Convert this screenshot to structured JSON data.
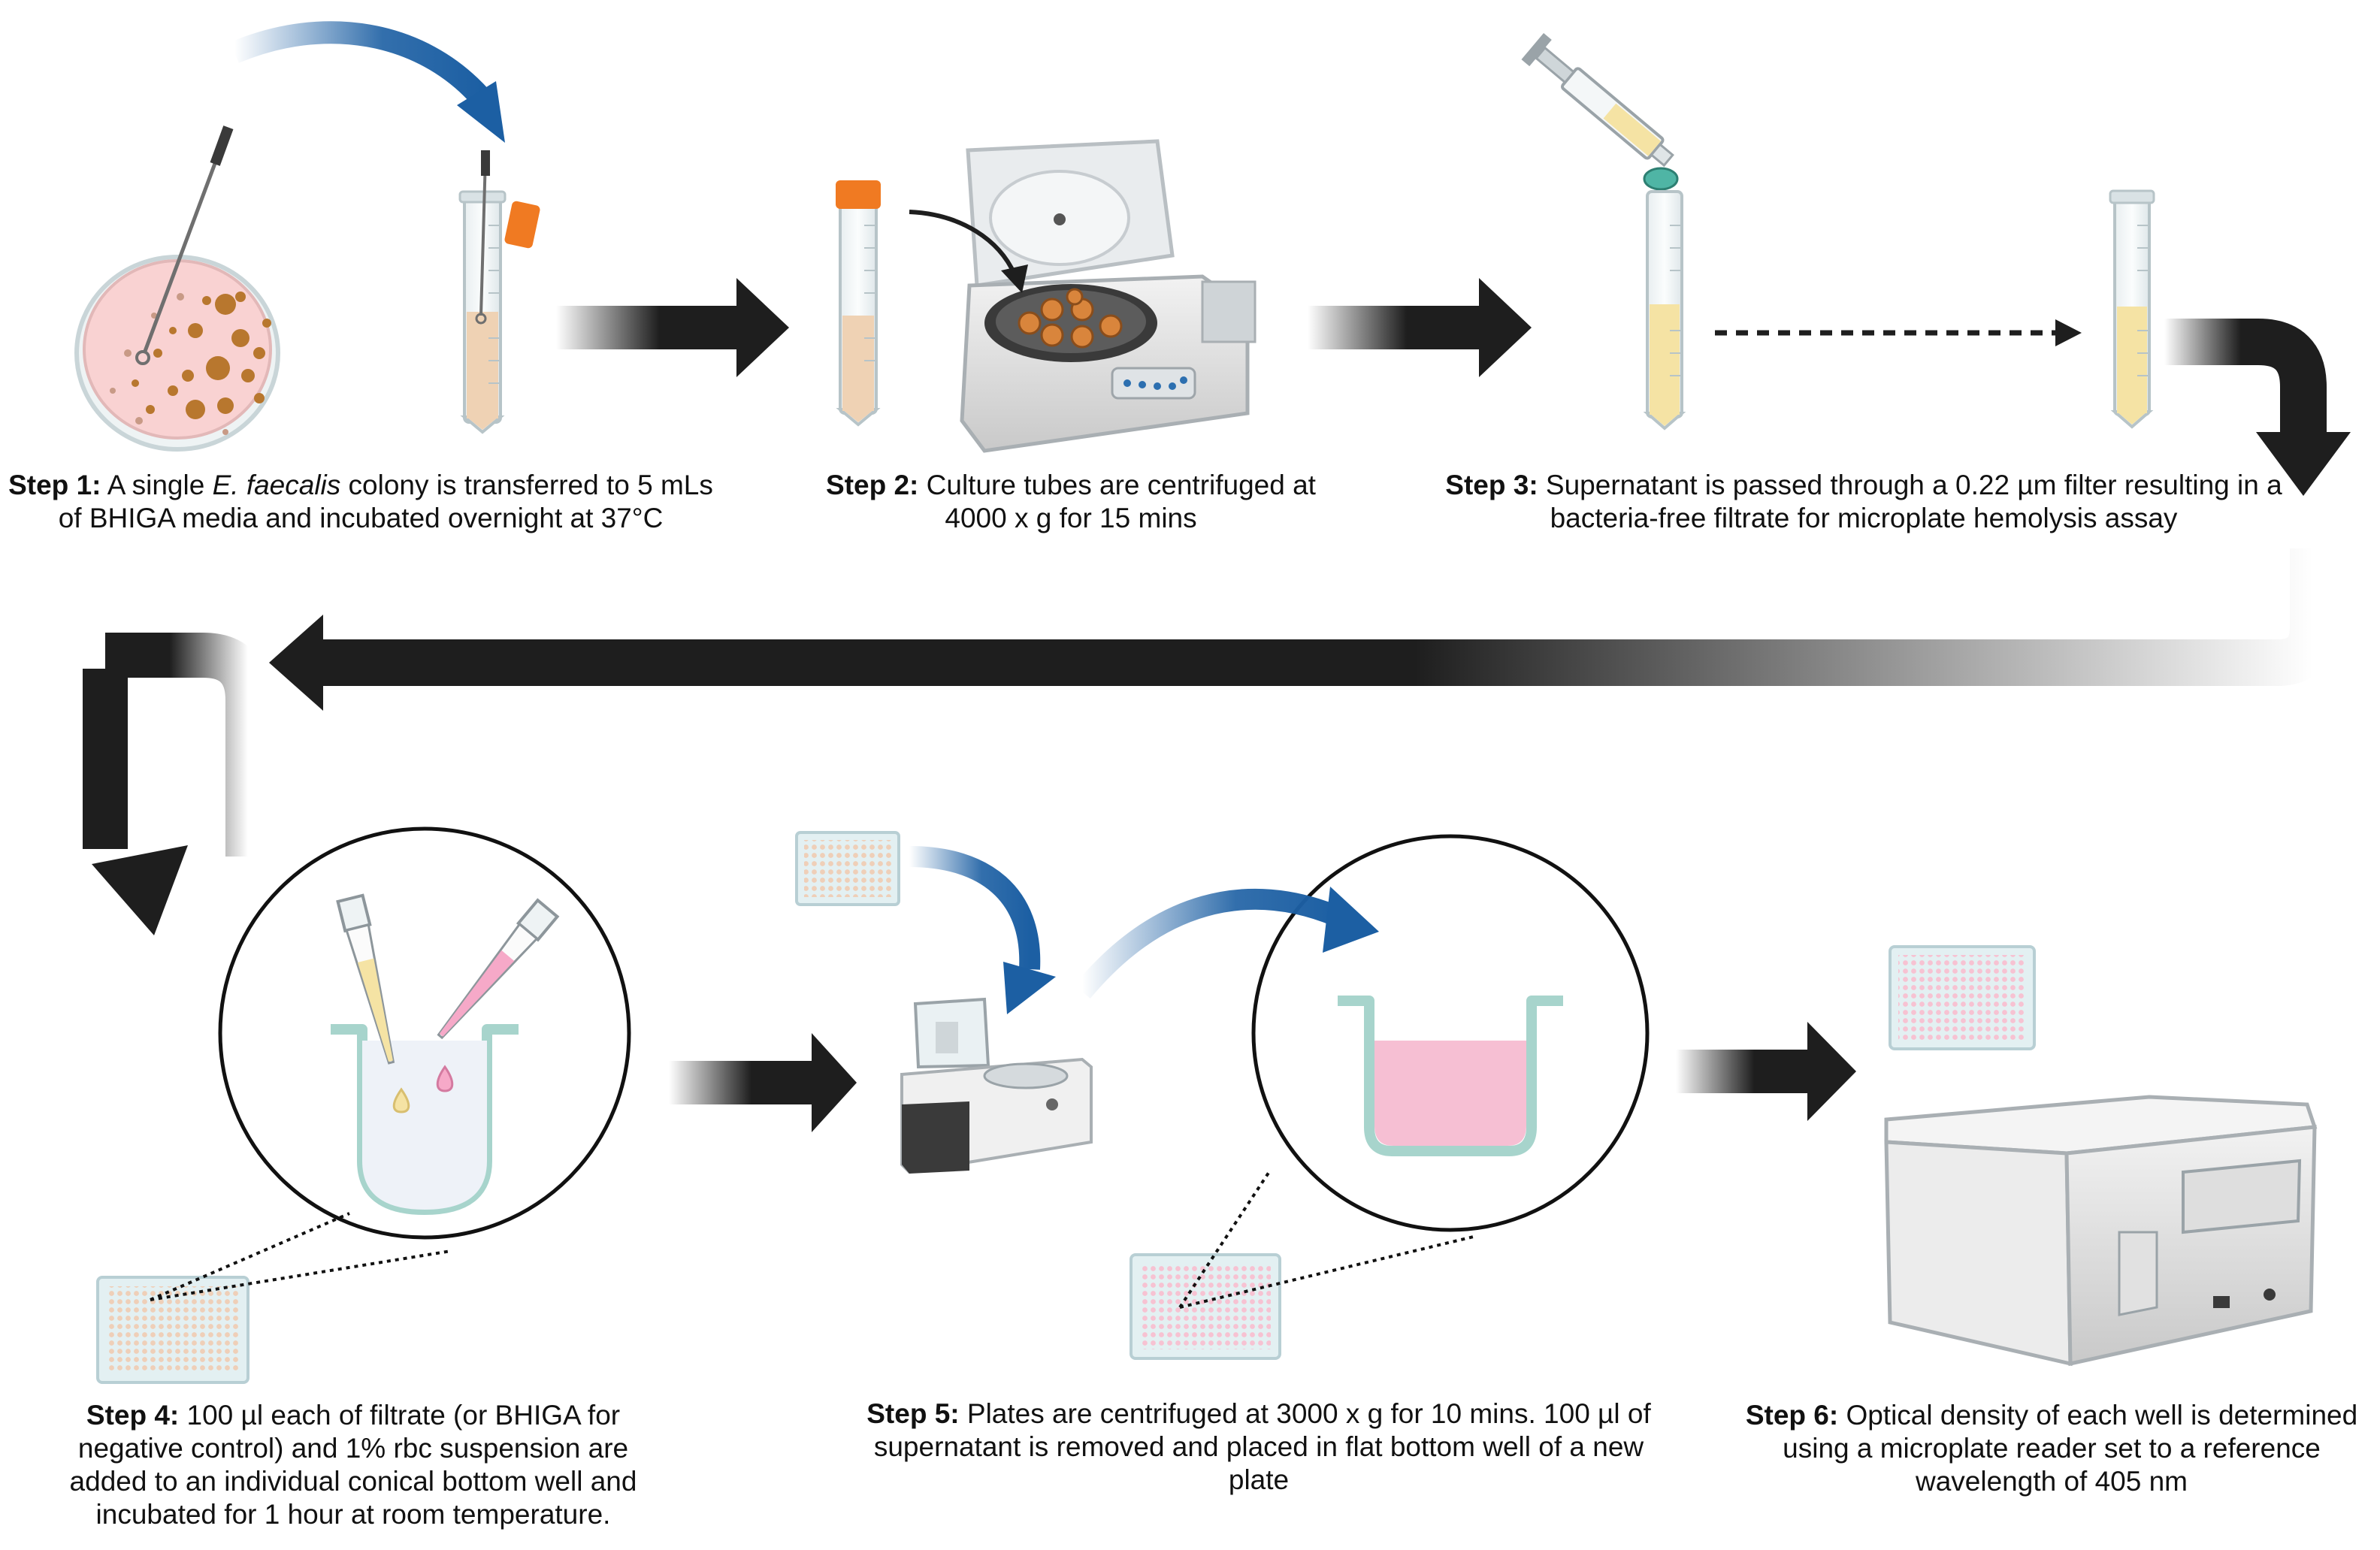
{
  "colors": {
    "arrow_dark": "#1e1e1e",
    "arrow_blue": "#1c5fa3",
    "media_beige": "#efd2b4",
    "filtrate_yellow": "#f5e3a4",
    "rbc_pink": "#f6bfd3",
    "agar_pink": "#f9d2d2",
    "colony_brown": "#b8772e",
    "cap_orange": "#f07a22",
    "well_teal": "#a7d4cc"
  },
  "steps": [
    {
      "label": "Step 1:",
      "text_a": " A single ",
      "text_italic": "E. faecalis",
      "text_b": " colony is transferred to 5 mLs of BHIGA media and incubated overnight at 37°C"
    },
    {
      "label": "Step 2:",
      "text": " Culture tubes are centrifuged at 4000 x g for 15 mins"
    },
    {
      "label": "Step 3:",
      "text": " Supernatant is passed through a 0.22 µm filter resulting in a bacteria-free filtrate for microplate hemolysis assay"
    },
    {
      "label": "Step 4:",
      "text": " 100 µl each of  filtrate (or BHIGA for negative control) and 1% rbc suspension are added to an individual conical bottom well and incubated for 1 hour at room temperature."
    },
    {
      "label": "Step 5:",
      "text": " Plates are centrifuged at 3000 x g for 10 mins. 100 µl of supernatant is removed and placed in  flat bottom well of a new plate"
    },
    {
      "label": "Step 6:",
      "text": " Optical density of each well is determined using a microplate reader set to a reference wavelength of 405 nm"
    }
  ],
  "icons": [
    "petri-dish-icon",
    "inoculating-loop-icon",
    "culture-tube-icon",
    "centrifuge-icon",
    "syringe-filter-icon",
    "filtrate-tube-icon",
    "pipette-icon",
    "conical-well-icon",
    "microplate-icon",
    "plate-centrifuge-icon",
    "flat-well-icon",
    "microplate-reader-icon"
  ]
}
